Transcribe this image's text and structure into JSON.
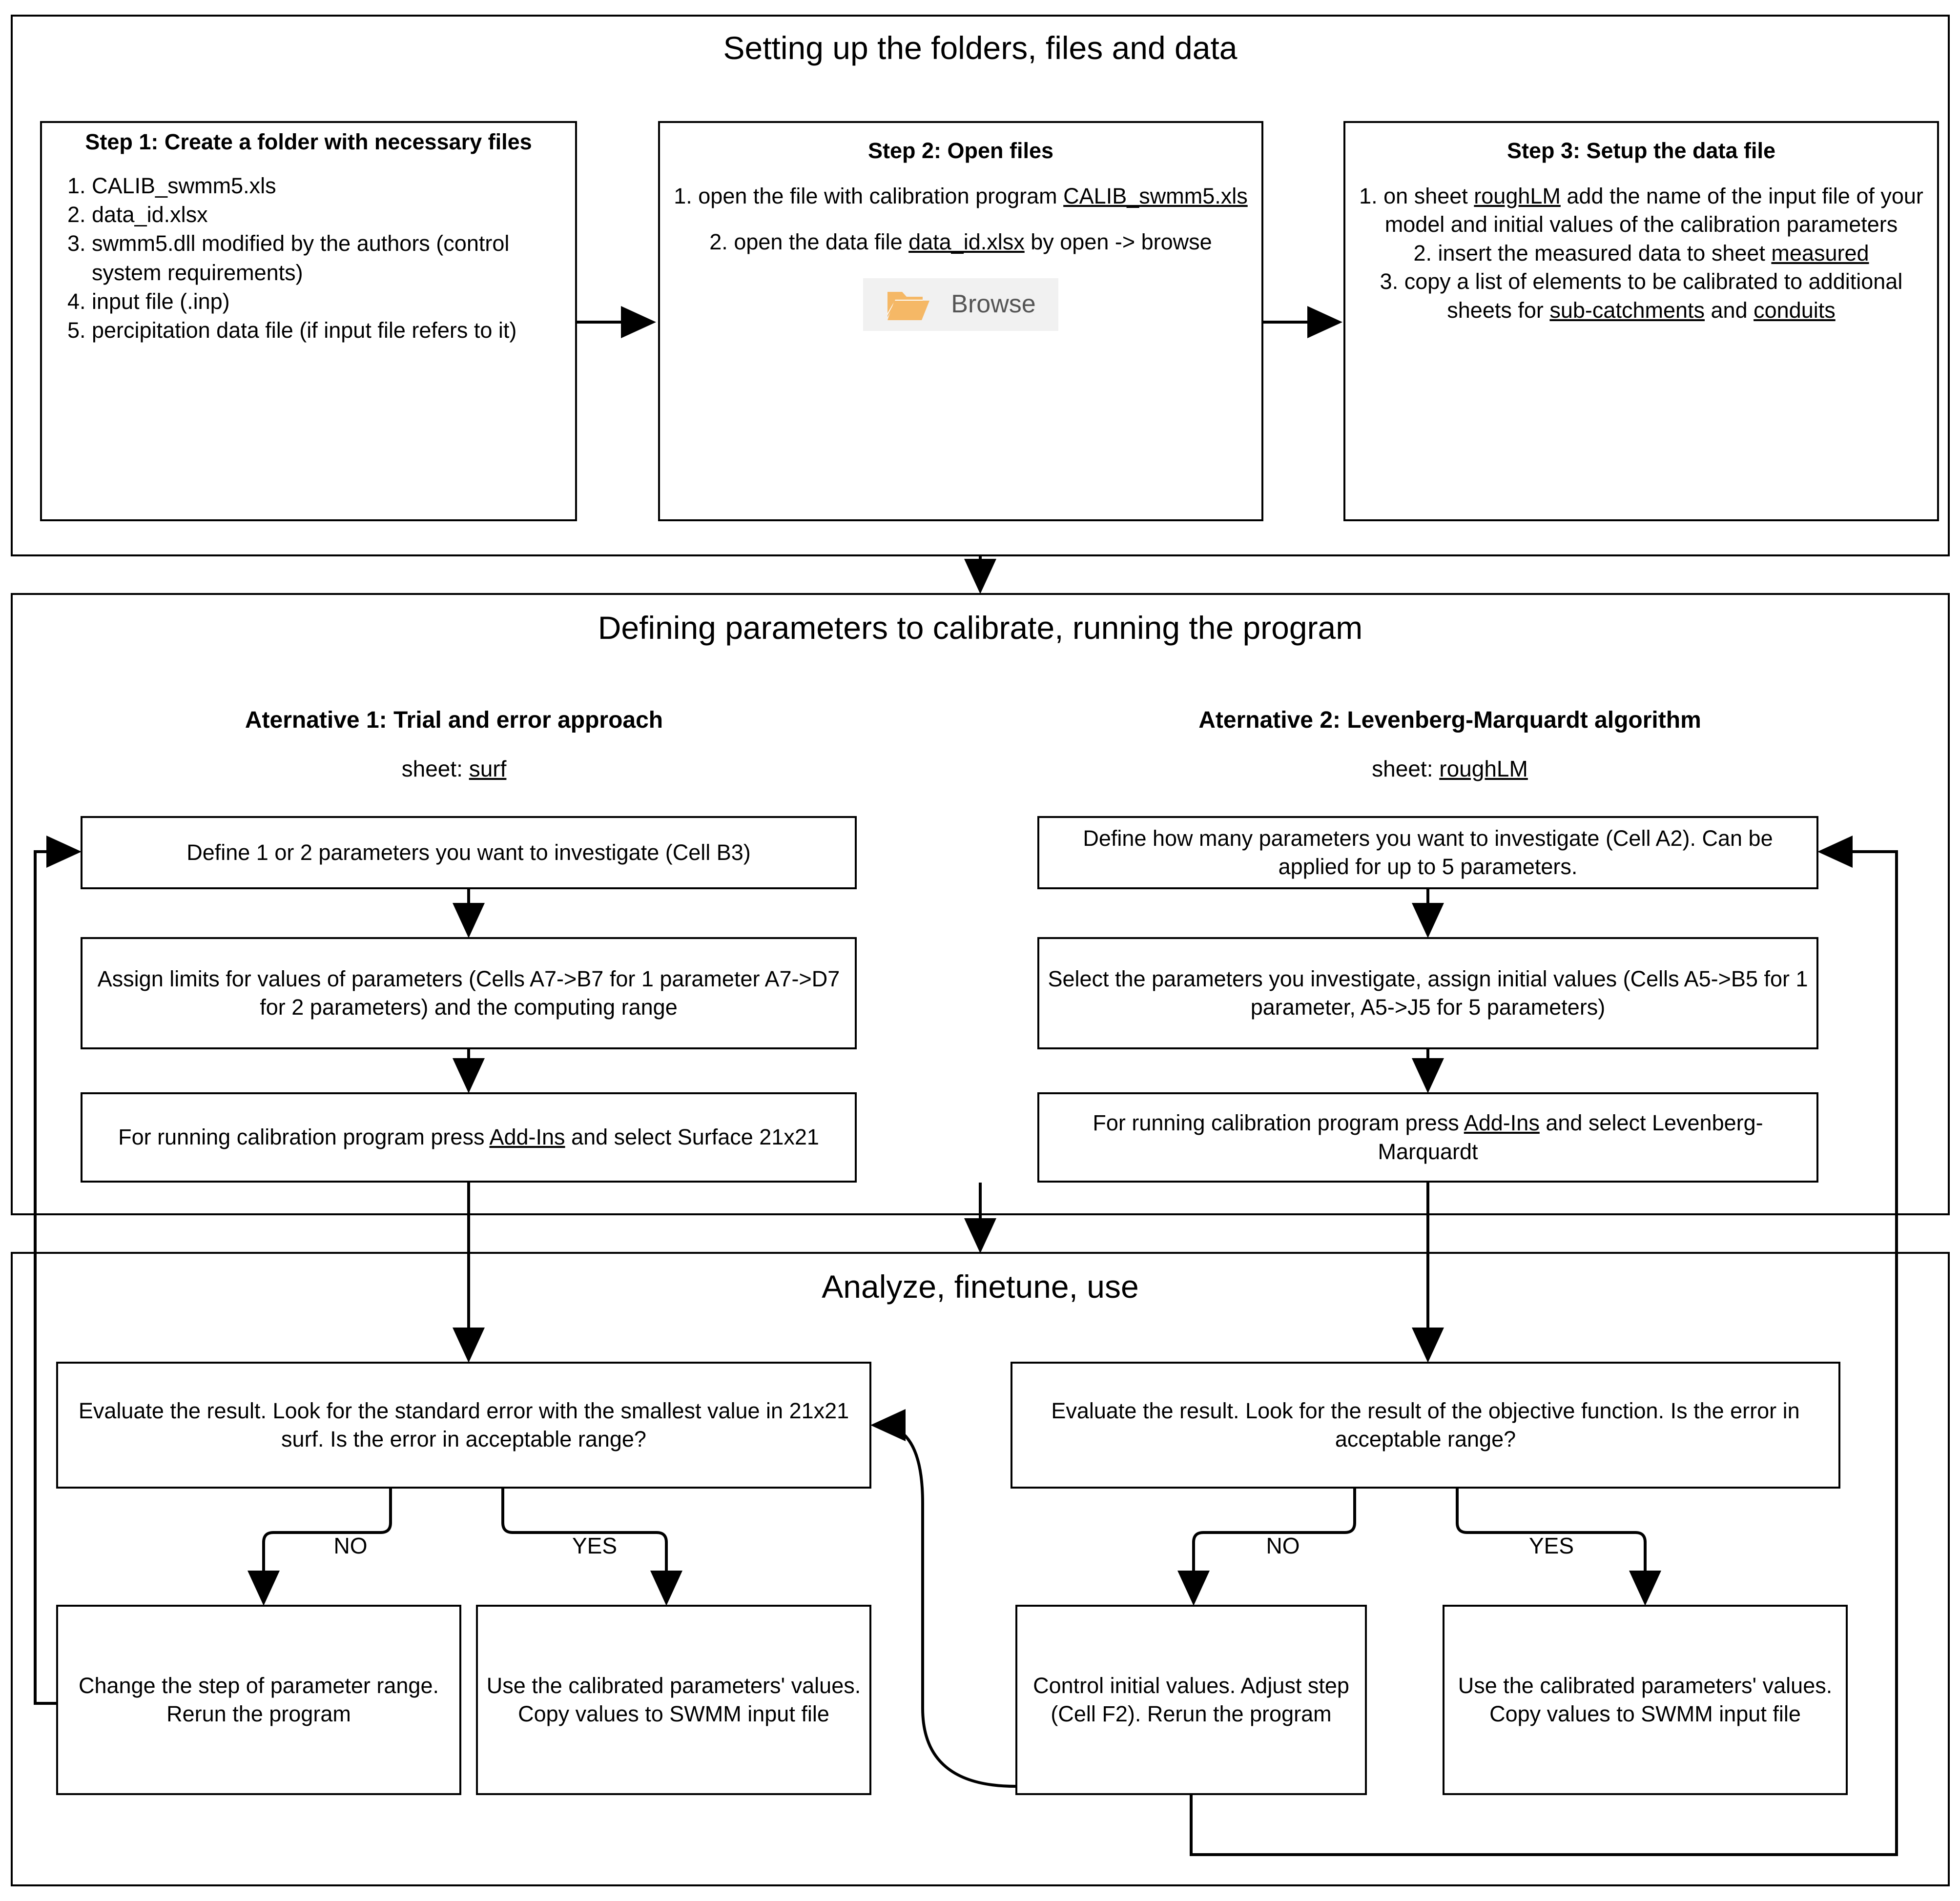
{
  "sections": {
    "setup": {
      "title": "Setting up the folders, files and data",
      "step1": {
        "heading": "Step 1: Create a folder with necessary files",
        "files": [
          "CALIB_swmm5.xls",
          "data_id.xlsx",
          "swmm5.dll modified by the authors (control system requirements)",
          "input file (.inp)",
          "percipitation data file (if input file refers to it)"
        ]
      },
      "step2": {
        "heading": "Step 2: Open files",
        "line1_prefix": "1. open the file with calibration program ",
        "line1_link": "CALIB_swmm5.xls",
        "line2_prefix": "2. open the data file ",
        "line2_link": "data_id.xlsx",
        "line2_suffix": " by open -> browse",
        "browse_label": "Browse",
        "browse_icon": "folder-open-icon",
        "browse_icon_color": "#f5b866",
        "browse_bg_color": "#f1f1f1"
      },
      "step3": {
        "heading": "Step 3: Setup the data file",
        "item1_a": "1. on sheet ",
        "item1_link": "roughLM",
        "item1_b": " add the name of the input file of your model and initial values of the calibration parameters",
        "item2_a": "2. insert the measured data to sheet ",
        "item2_link": "measured",
        "item3_a": "3. copy a list of elements to be calibrated to additional sheets for ",
        "item3_link1": "sub-catchments",
        "item3_b": " and ",
        "item3_link2": "conduits"
      }
    },
    "defining": {
      "title": "Defining parameters to calibrate, running the program",
      "alt1": {
        "heading": "Aternative 1: Trial and error approach",
        "sheet_prefix": "sheet: ",
        "sheet_name": "surf",
        "boxes": [
          "Define 1 or 2 parameters you want to investigate (Cell B3)",
          "Assign limits for values of parameters (Cells A7->B7 for 1 parameter A7->D7 for 2 parameters) and the computing range"
        ],
        "run_box_a": "For running calibration program press ",
        "run_box_link": "Add-Ins",
        "run_box_b": " and select Surface 21x21"
      },
      "alt2": {
        "heading": "Aternative 2: Levenberg-Marquardt algorithm",
        "sheet_prefix": "sheet: ",
        "sheet_name": "roughLM",
        "boxes": [
          "Define how many parameters you want to investigate (Cell A2). Can be applied for up to 5 parameters.",
          "Select the parameters you investigate, assign initial values (Cells A5->B5 for 1 parameter, A5->J5 for 5 parameters)"
        ],
        "run_box_a": "For running calibration program press ",
        "run_box_link": "Add-Ins",
        "run_box_b": " and select Levenberg-Marquardt"
      }
    },
    "analyze": {
      "title": "Analyze, finetune, use",
      "left": {
        "evaluate": "Evaluate the result. Look for the standard error with the smallest value in 21x21 surf. Is the error in acceptable range?",
        "no_label": "NO",
        "yes_label": "YES",
        "no_box": "Change the step of parameter range. Rerun the program",
        "yes_box": "Use the calibrated parameters' values. Copy values to SWMM input file"
      },
      "right": {
        "evaluate": "Evaluate the result. Look for the result of the objective function. Is the error in acceptable range?",
        "no_label": "NO",
        "yes_label": "YES",
        "no_box": "Control initial values. Adjust step (Cell F2). Rerun the program",
        "yes_box": "Use the calibrated parameters' values. Copy values to SWMM input file"
      }
    }
  }
}
